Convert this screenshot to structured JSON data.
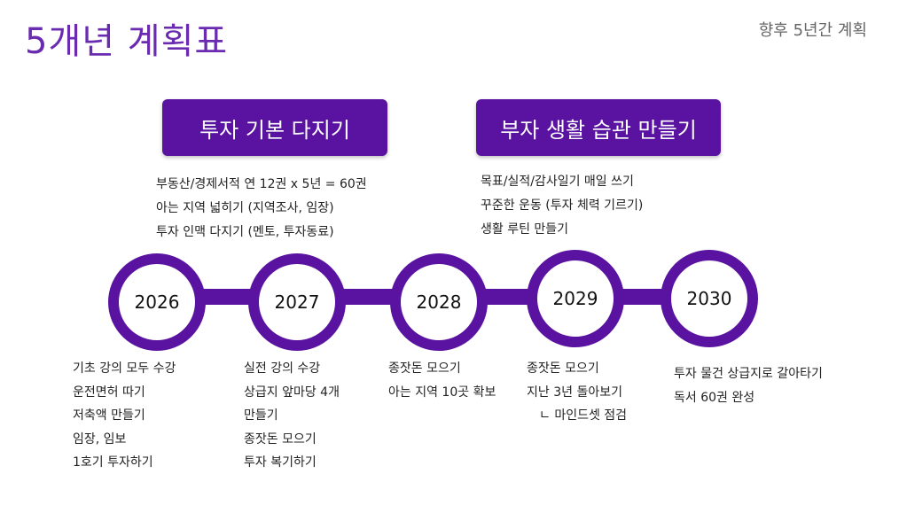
{
  "header": {
    "title": "5개년 계획표",
    "subtitle": "향후 5년간 계획"
  },
  "colors": {
    "accent": "#5a13a0",
    "title": "#6a2bb0"
  },
  "phases": [
    {
      "label": "투자 기본 다지기",
      "items": [
        "부동산/경제서적 연 12권 x 5년 = 60권",
        "아는 지역 넓히기 (지역조사, 임장)",
        "투자 인맥 다지기 (멘토, 투자동료)"
      ]
    },
    {
      "label": "부자 생활 습관 만들기",
      "items": [
        "목표/실적/감사일기 매일 쓰기",
        "꾸준한 운동 (투자 체력 기르기)",
        "생활 루틴 만들기"
      ]
    }
  ],
  "years": [
    {
      "year": "2026",
      "items": [
        "기초 강의 모두 수강",
        "운전면허 따기",
        "저축액 만들기",
        "임장, 임보",
        "1호기 투자하기"
      ]
    },
    {
      "year": "2027",
      "items": [
        "실전 강의 수강",
        "상급지 앞마당 4개",
        "만들기",
        "종잣돈 모으기",
        "투자 복기하기"
      ]
    },
    {
      "year": "2028",
      "items": [
        "종잣돈 모으기",
        "아는 지역 10곳 확보"
      ]
    },
    {
      "year": "2029",
      "items": [
        "종잣돈 모으기",
        "지난 3년 돌아보기",
        "ㄴ 마인드셋 점검"
      ]
    },
    {
      "year": "2030",
      "items": [
        "투자 물건 상급지로 갈아타기",
        "독서 60권 완성"
      ]
    }
  ]
}
